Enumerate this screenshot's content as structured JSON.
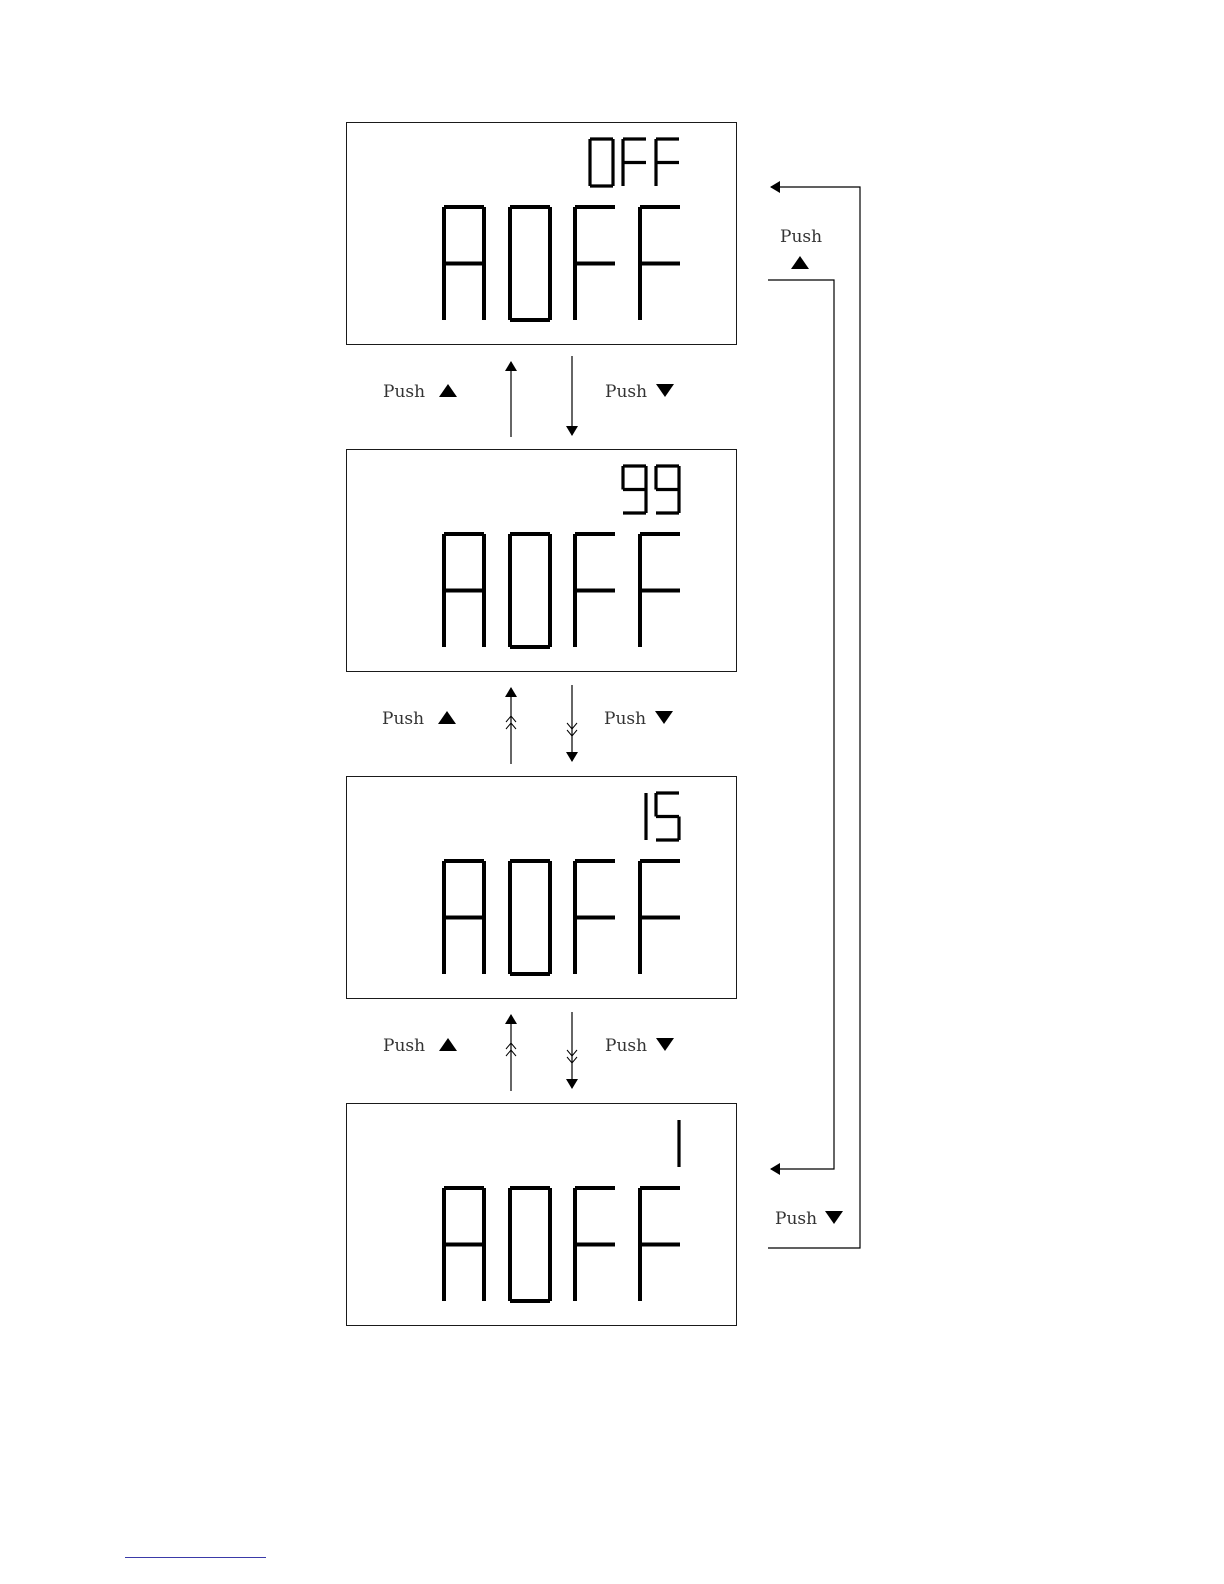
{
  "panels": [
    {
      "small_readout": "OFF",
      "main_readout": "AOFF"
    },
    {
      "small_readout": "99",
      "main_readout": "AOFF"
    },
    {
      "small_readout": "15",
      "main_readout": "AOFF"
    },
    {
      "small_readout": "1",
      "main_readout": "AOFF"
    }
  ],
  "transitions": {
    "push_up_label": "Push",
    "push_down_label": "Push",
    "up_icon": "triangle-up-icon",
    "down_icon": "triangle-down-icon",
    "wrap_up_label": "Push",
    "wrap_down_label": "Push"
  },
  "colors": {
    "segment": "#000000",
    "line": "#000000",
    "label": "#333333"
  }
}
